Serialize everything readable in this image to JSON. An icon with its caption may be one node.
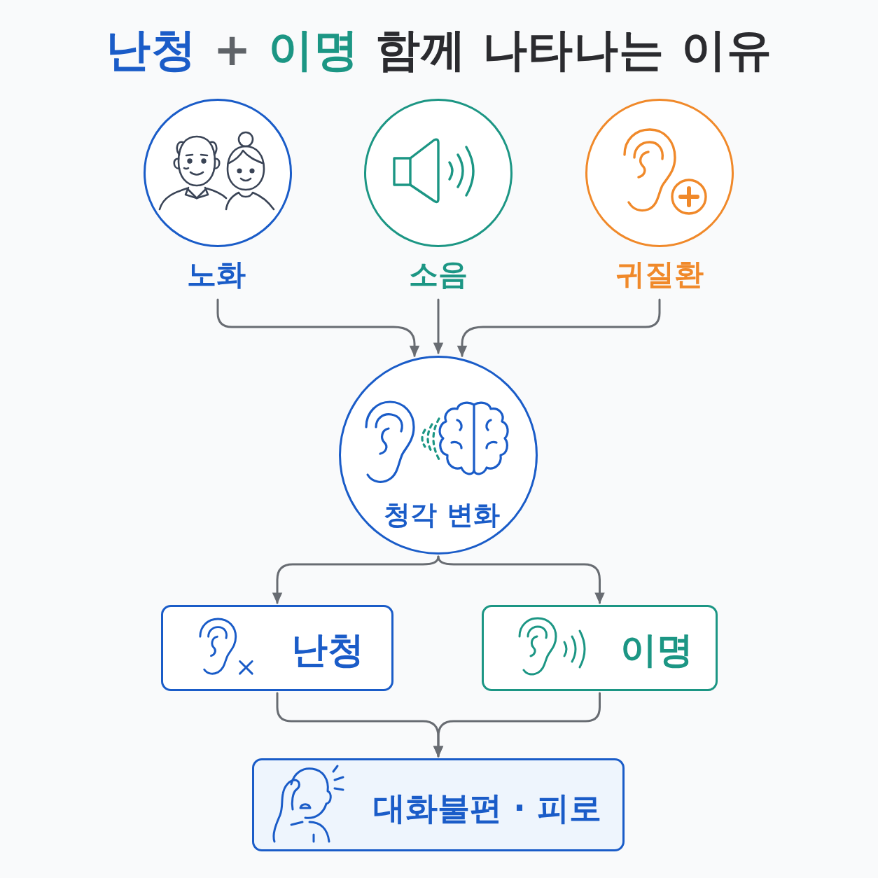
{
  "diagram": {
    "title": "난청 + 이명 함께 나타나는 이유",
    "nodes": [
      {
        "text": [
          "노화"
        ]
      },
      {
        "text": [
          "소음"
        ]
      },
      {
        "text": [
          "귀질환"
        ]
      },
      {
        "text": [
          "청각 변화"
        ]
      },
      {
        "text": [
          "난청"
        ]
      },
      {
        "text": [
          "이명"
        ]
      },
      {
        "text": [
          "대화불편 · 피로"
        ]
      }
    ],
    "edges": [
      {
        "from": 0,
        "to": 3,
        "arrow": "to"
      },
      {
        "from": 1,
        "to": 3,
        "arrow": "to"
      },
      {
        "from": 2,
        "to": 3,
        "arrow": "to"
      },
      {
        "from": 3,
        "to": 4,
        "arrow": "to"
      },
      {
        "from": 3,
        "to": 5,
        "arrow": "to"
      },
      {
        "from": 4,
        "to": 6,
        "arrow": "to"
      },
      {
        "from": 5,
        "to": 6,
        "arrow": "to"
      }
    ]
  }
}
